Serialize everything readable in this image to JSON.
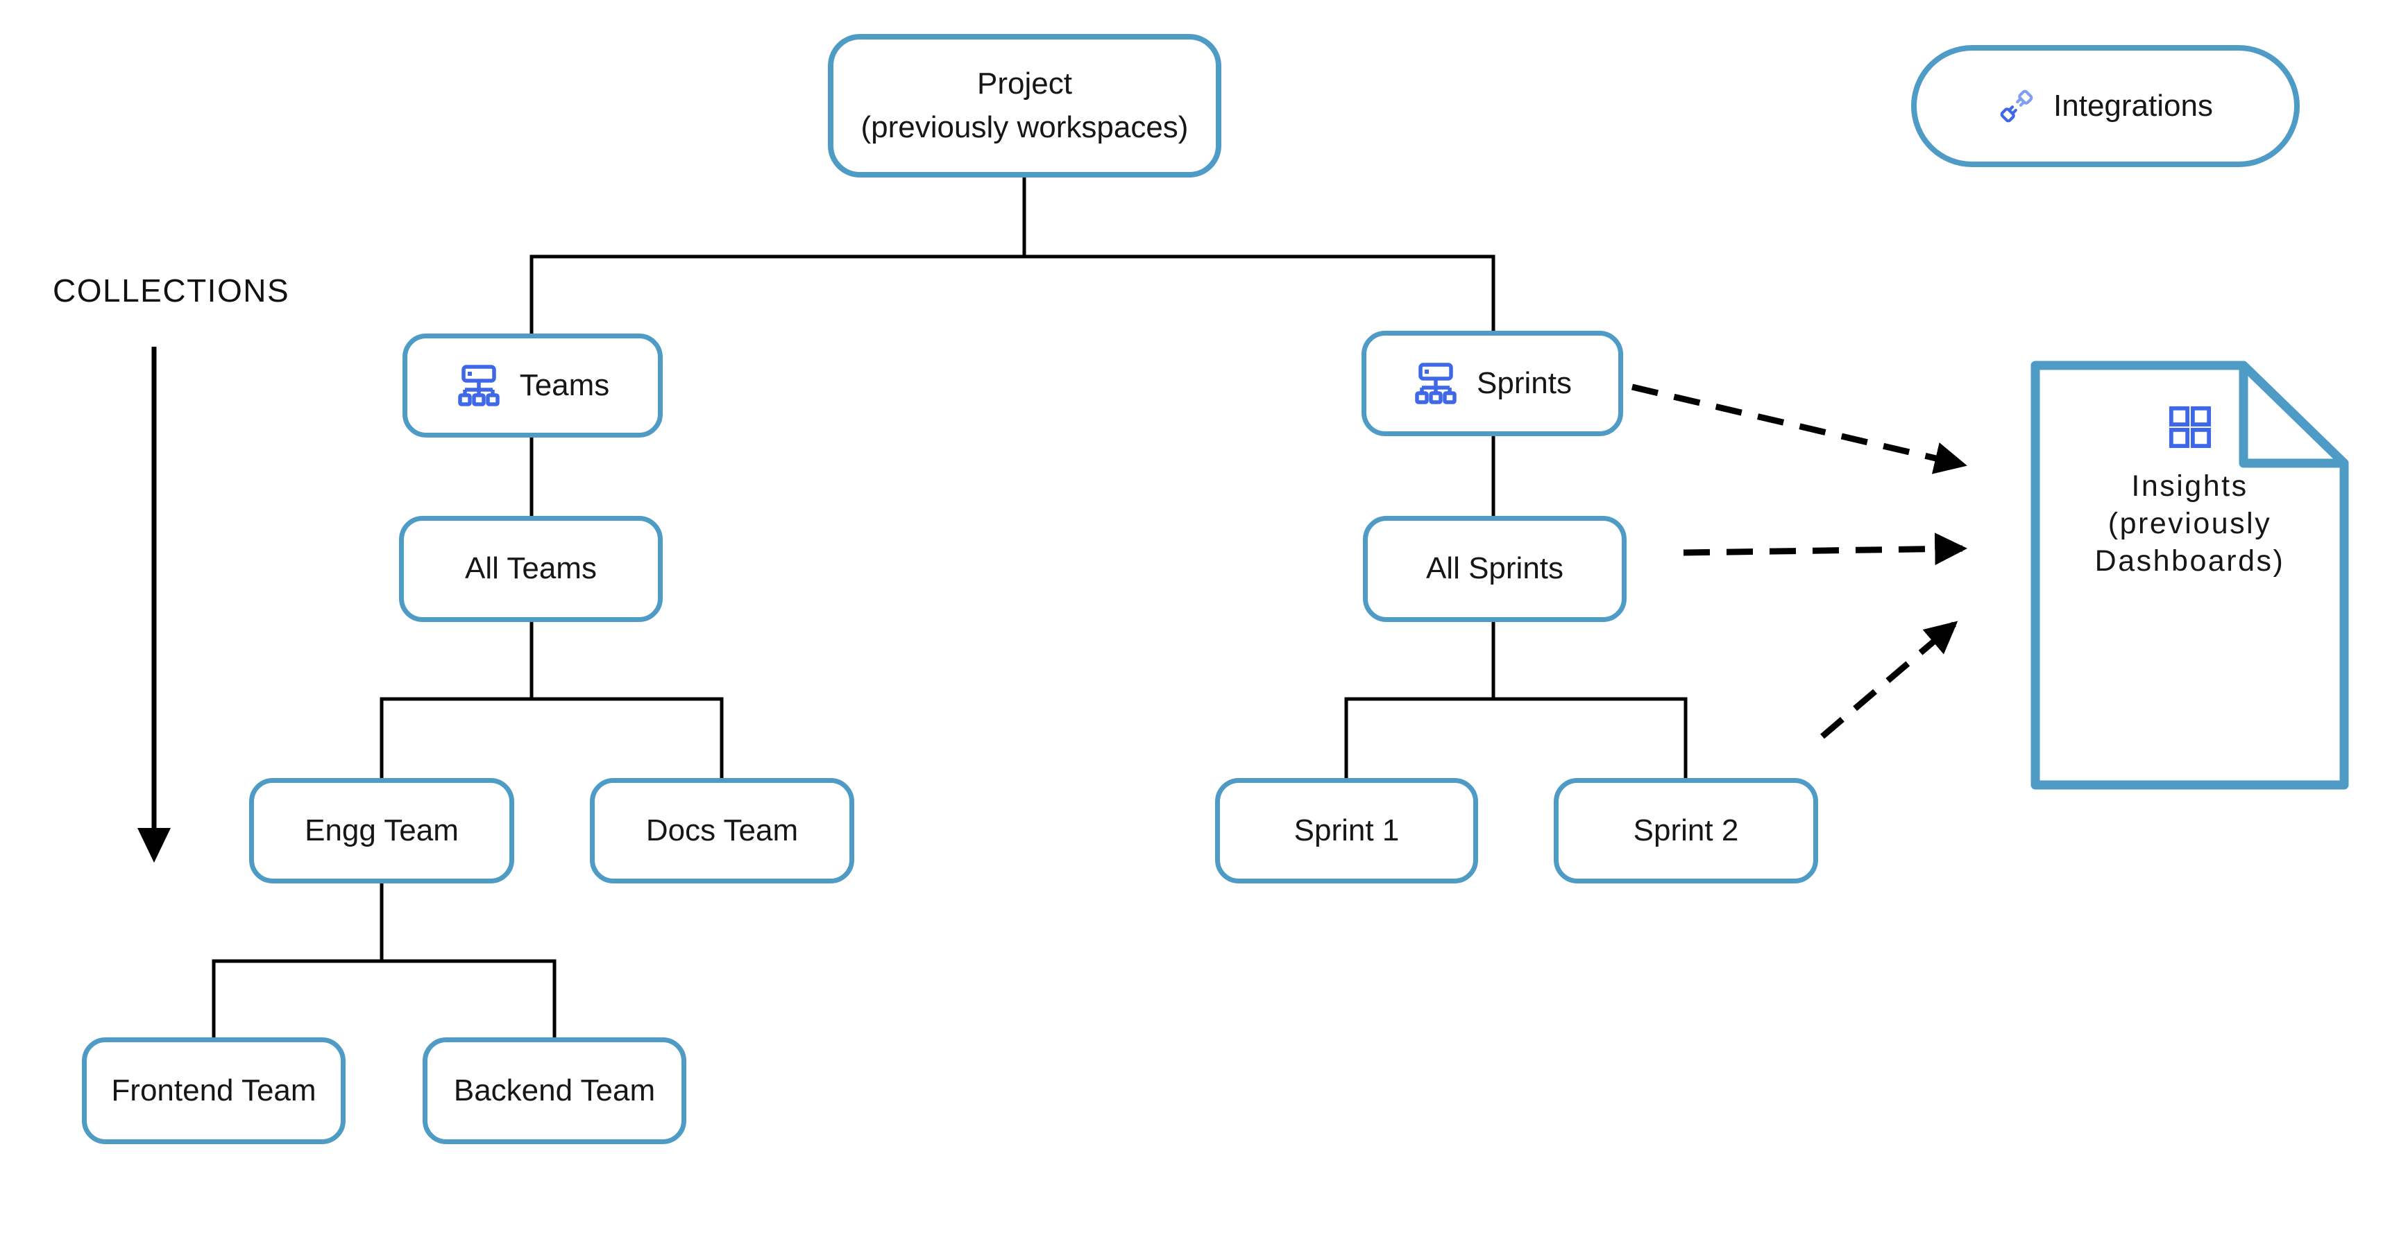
{
  "collections_label": "COLLECTIONS",
  "nodes": {
    "project": {
      "label": "Project\n(previously workspaces)"
    },
    "integrations": {
      "label": "Integrations",
      "icon": "plug-icon"
    },
    "teams": {
      "label": "Teams",
      "icon": "org-chart-icon"
    },
    "all_teams": {
      "label": "All Teams"
    },
    "engg_team": {
      "label": "Engg Team"
    },
    "docs_team": {
      "label": "Docs Team"
    },
    "frontend_team": {
      "label": "Frontend Team"
    },
    "backend_team": {
      "label": "Backend Team"
    },
    "sprints": {
      "label": "Sprints",
      "icon": "org-chart-icon"
    },
    "all_sprints": {
      "label": "All Sprints"
    },
    "sprint_1": {
      "label": "Sprint 1"
    },
    "sprint_2": {
      "label": "Sprint 2"
    },
    "insights": {
      "label": "Insights\n(previously\nDashboards)",
      "icon": "grid-icon"
    }
  },
  "edges": [
    {
      "from": "project",
      "to": "teams",
      "style": "solid"
    },
    {
      "from": "project",
      "to": "sprints",
      "style": "solid"
    },
    {
      "from": "teams",
      "to": "all_teams",
      "style": "solid"
    },
    {
      "from": "all_teams",
      "to": "engg_team",
      "style": "solid"
    },
    {
      "from": "all_teams",
      "to": "docs_team",
      "style": "solid"
    },
    {
      "from": "engg_team",
      "to": "frontend_team",
      "style": "solid"
    },
    {
      "from": "engg_team",
      "to": "backend_team",
      "style": "solid"
    },
    {
      "from": "sprints",
      "to": "all_sprints",
      "style": "solid"
    },
    {
      "from": "all_sprints",
      "to": "sprint_1",
      "style": "solid"
    },
    {
      "from": "all_sprints",
      "to": "sprint_2",
      "style": "solid"
    },
    {
      "from": "sprints",
      "to": "insights",
      "style": "dashed"
    },
    {
      "from": "all_sprints",
      "to": "insights",
      "style": "dashed"
    },
    {
      "from": "sprint_2",
      "to": "insights",
      "style": "dashed"
    }
  ],
  "colors": {
    "box_border": "#4E9BC6",
    "icon_blue": "#3E68E7",
    "icon_blue_light": "#7FA0F2",
    "line_black": "#000000",
    "text": "#161616"
  }
}
